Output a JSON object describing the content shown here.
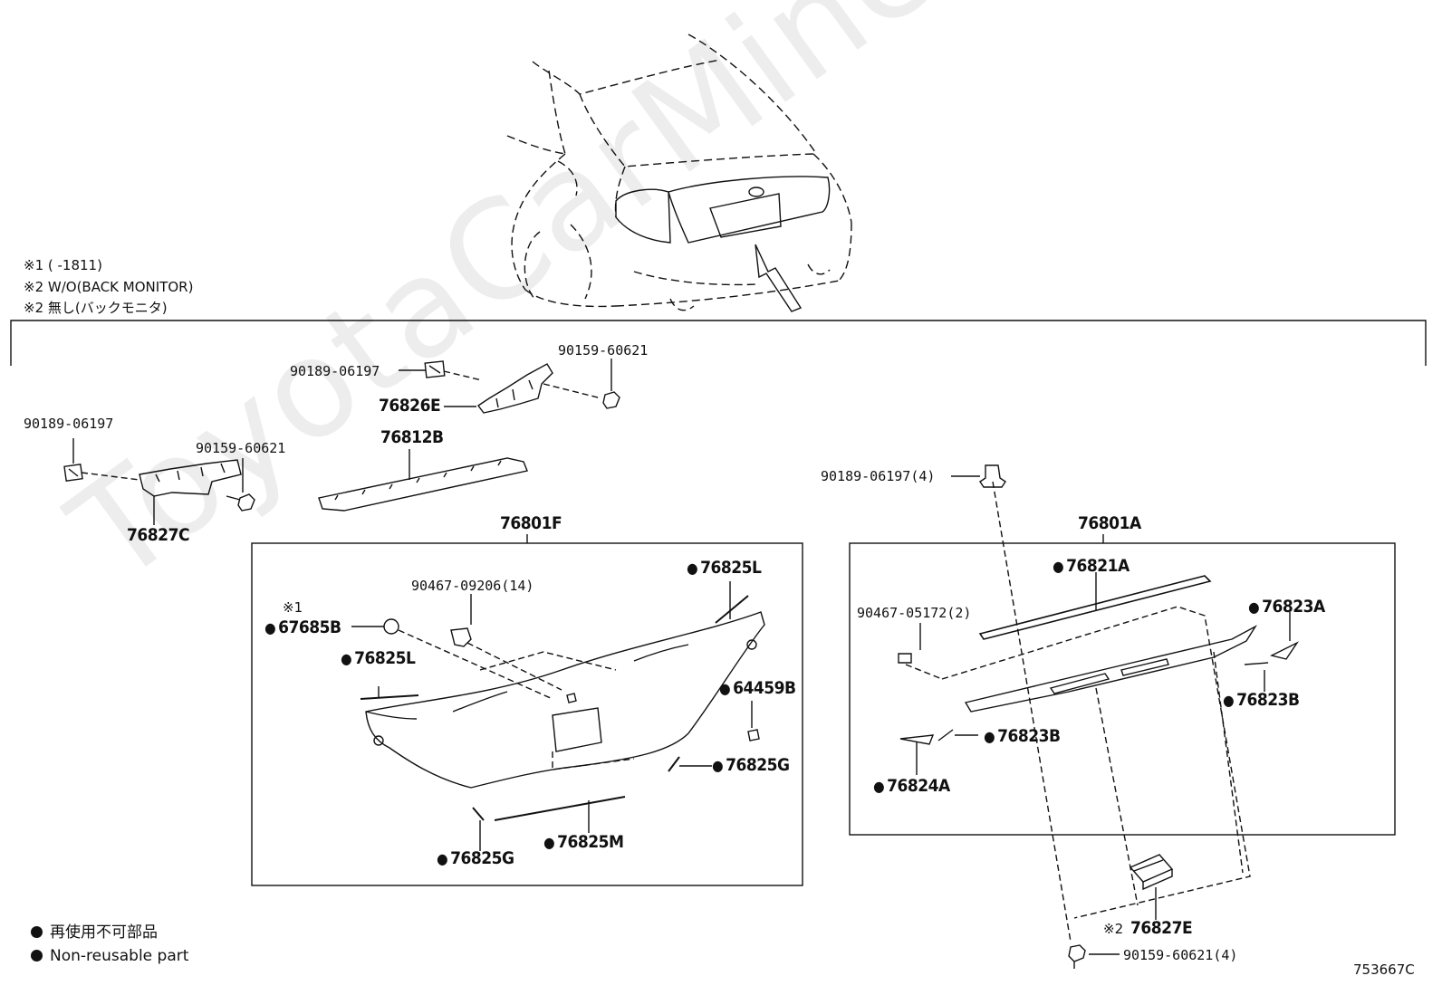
{
  "watermark": "ToyotaCarMine.ru",
  "notes": {
    "n1": "※1 (       -1811)",
    "n2": "※2 W/O(BACK MONITOR)",
    "n3": "※2 無し(バックモニタ)"
  },
  "labels": {
    "p90189_left": "90189-06197",
    "p90159_left": "90159-60621",
    "p76827c": "76827C",
    "p90189_top": "90189-06197",
    "p90159_top": "90159-60621",
    "p76826e": "76826E",
    "p76812b": "76812B",
    "p76801f": "76801F",
    "p90467_09206": "90467-09206(14)",
    "mark1": "※1",
    "p67685b": "67685B",
    "p76825l_top": "76825L",
    "p76825l_left": "76825L",
    "p64459b": "64459B",
    "p76825g_right": "76825G",
    "p76825m": "76825M",
    "p76825g_bottom": "76825G",
    "p90189_4": "90189-06197(4)",
    "p76801a": "76801A",
    "p76821a": "76821A",
    "p90467_05172": "90467-05172(2)",
    "p76823a": "76823A",
    "p76823b_right": "76823B",
    "p76823b_mid": "76823B",
    "p76824a": "76824A",
    "mark2": "※2",
    "p76827e": "76827E",
    "p90159_4": "90159-60621(4)"
  },
  "legend": {
    "jp": "再使用不可部品",
    "en": "Non-reusable part"
  },
  "diagram_id": "753667C"
}
